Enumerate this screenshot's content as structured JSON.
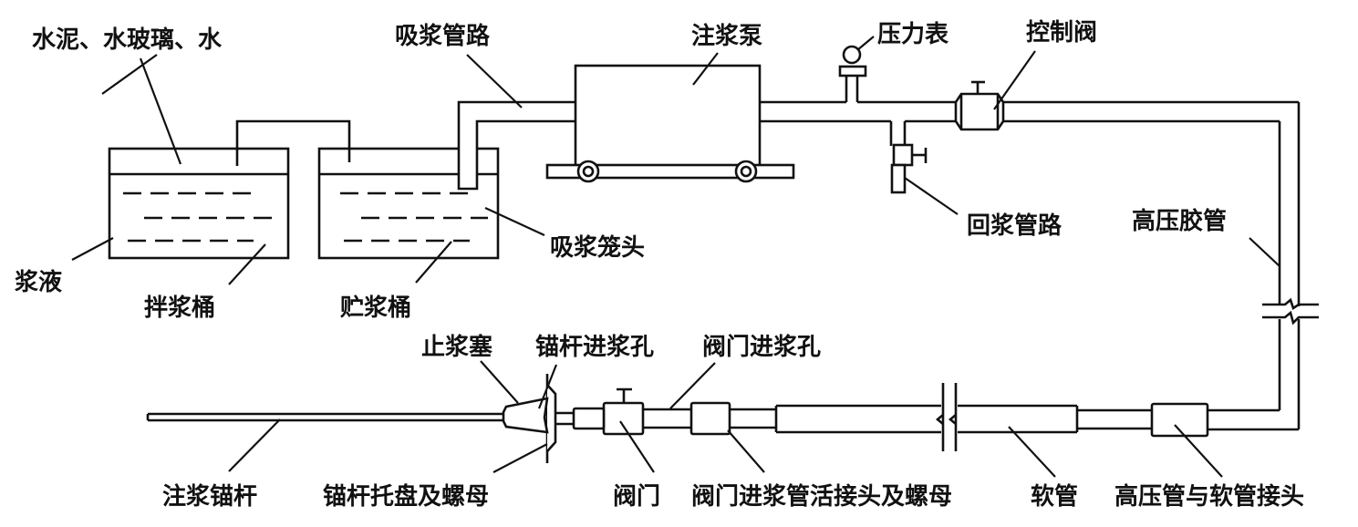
{
  "title": "注浆锚杆注浆系统示意图",
  "labels": {
    "materials": "水泥、水玻璃、水",
    "suction_pipe": "吸浆管路",
    "grout_pump": "注浆泵",
    "pressure_gauge": "压力表",
    "control_valve": "控制阀",
    "return_pipe": "回浆管路",
    "high_pressure_hose": "高压胶管",
    "suction_cage_head": "吸浆笼头",
    "grout_liquid": "浆液",
    "mixing_bucket": "拌浆桶",
    "storage_bucket": "贮浆桶",
    "grout_stop_plug": "止浆塞",
    "anchor_inlet_hole": "锚杆进浆孔",
    "valve_inlet_hole": "阀门进浆孔",
    "grouting_anchor": "注浆锚杆",
    "anchor_tray_nut": "锚杆托盘及螺母",
    "valve": "阀门",
    "valve_inlet_union_nut": "阀门进浆管活接头及螺母",
    "soft_hose": "软管",
    "hp_soft_joint": "高压管与软管接头"
  }
}
